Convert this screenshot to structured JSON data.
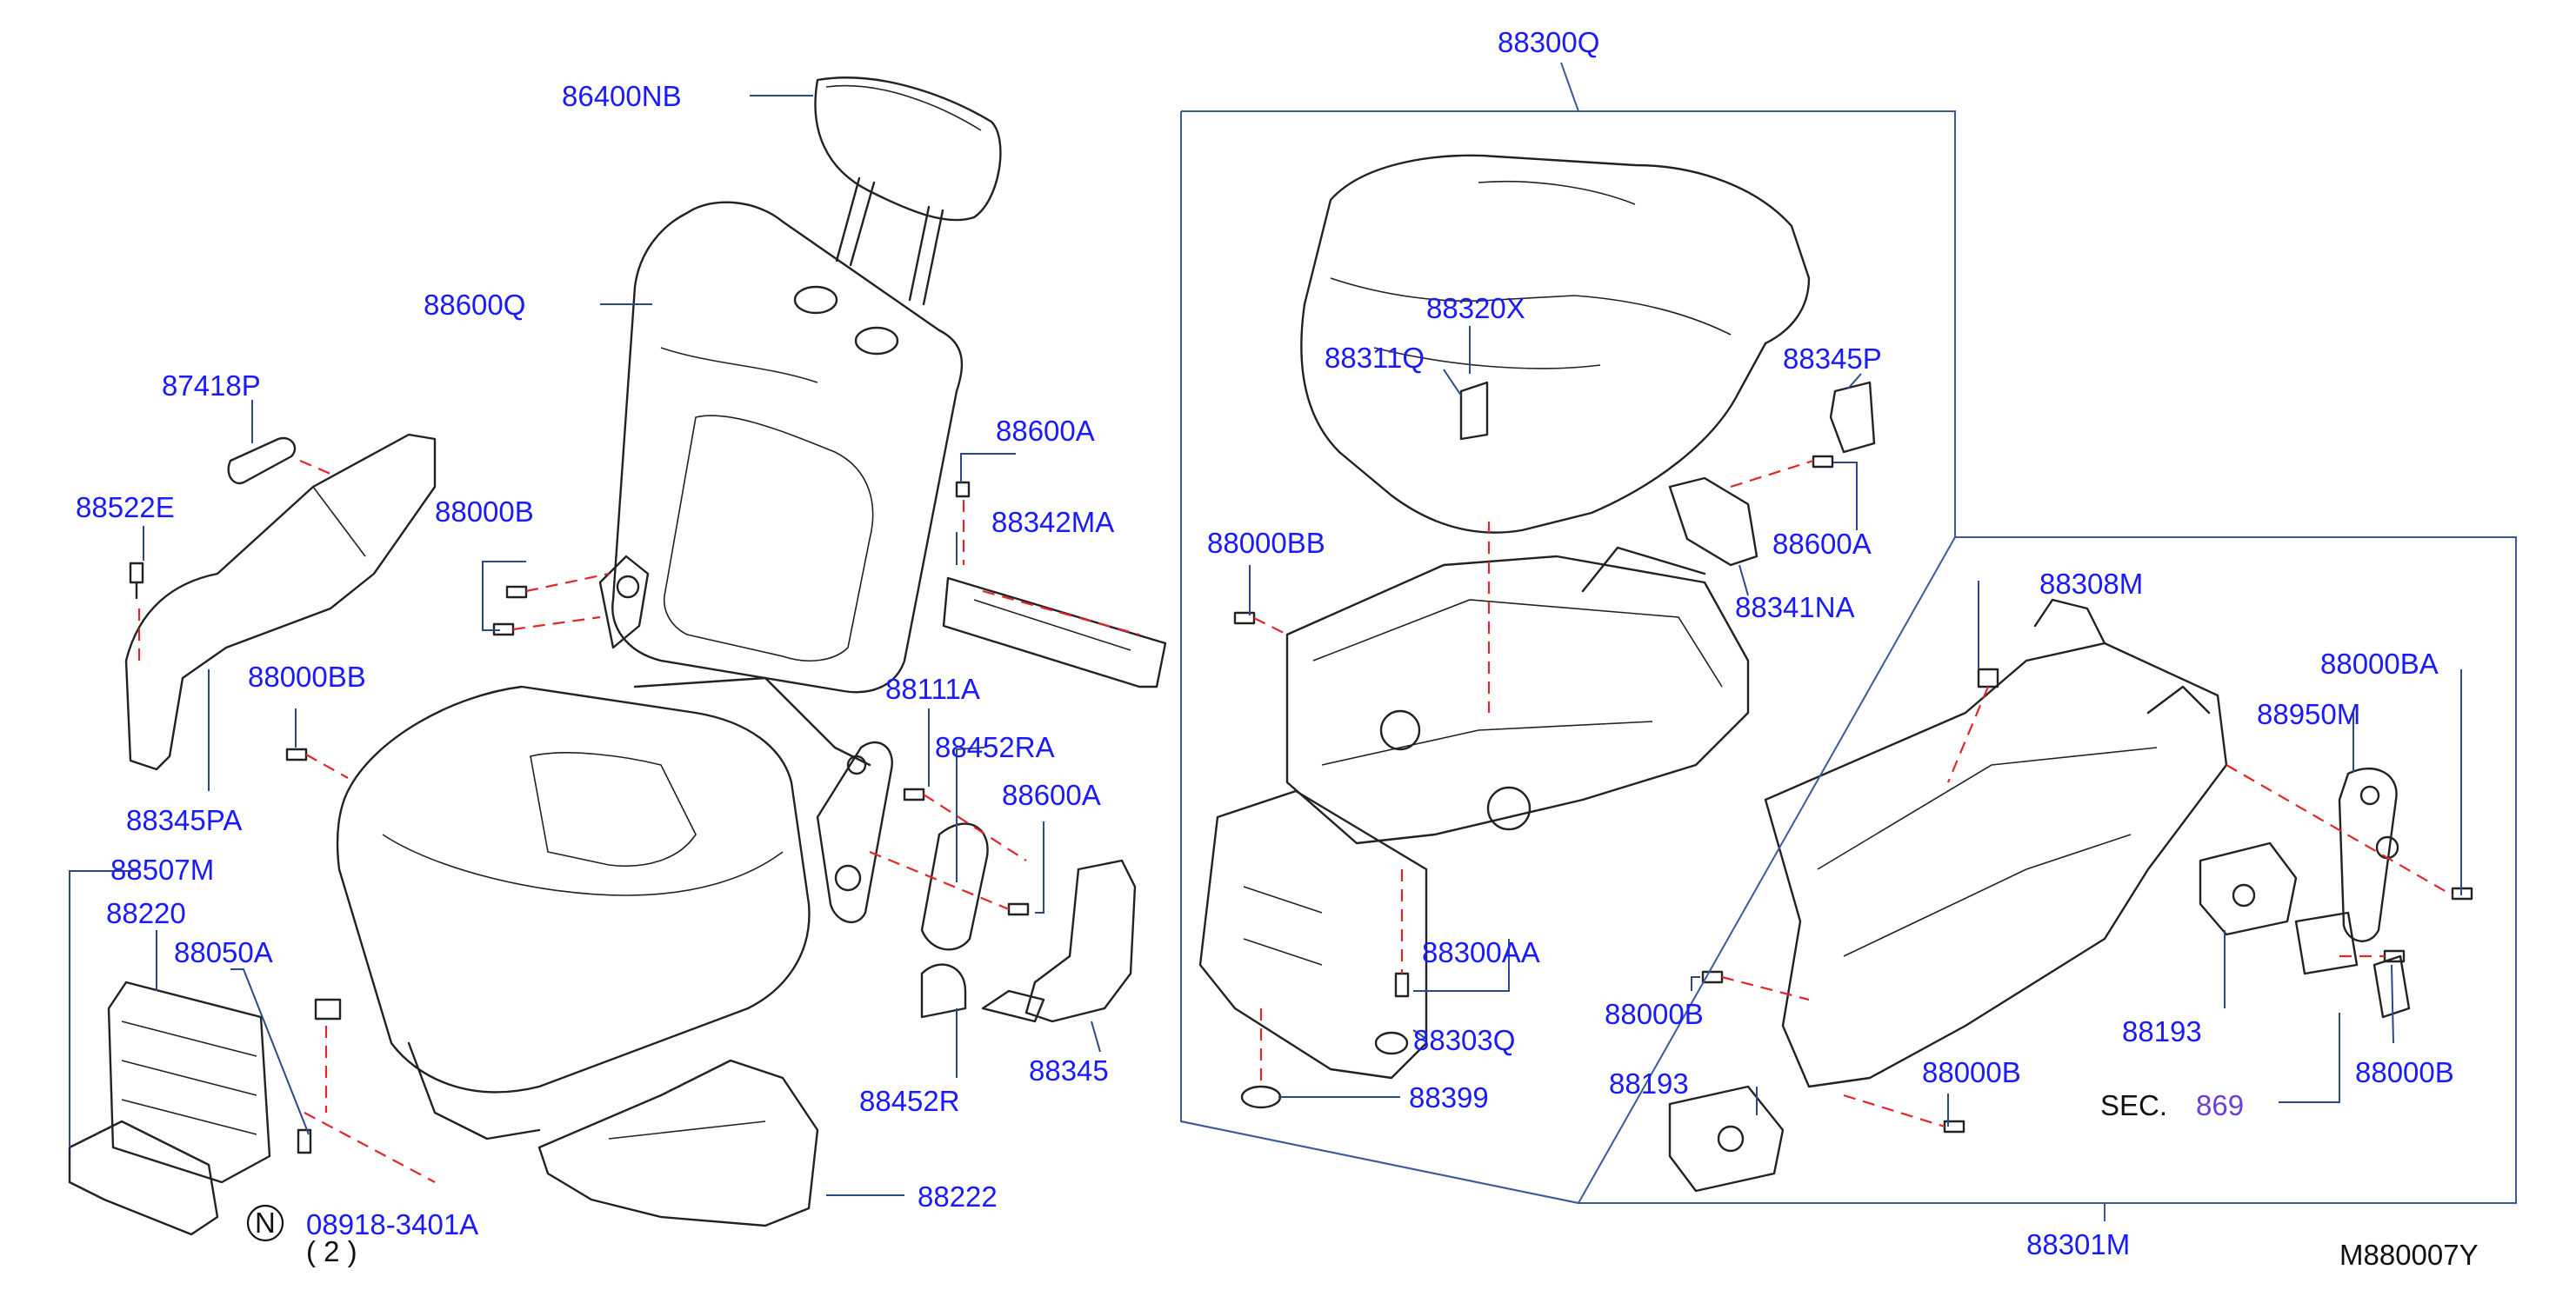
{
  "labels": {
    "p86400NB": "86400NB",
    "p88600Q": "88600Q",
    "p87418P": "87418P",
    "p88522E": "88522E",
    "p88000B_top": "88000B",
    "p88600A_left": "88600A",
    "p88342MA": "88342MA",
    "p88000BB_left": "88000BB",
    "p88345PA": "88345PA",
    "p88111A": "88111A",
    "p88452RA": "88452RA",
    "p88600A_mid": "88600A",
    "p88507M": "88507M",
    "p88220": "88220",
    "p88050A": "88050A",
    "p88452R": "88452R",
    "p88345": "88345",
    "p88222": "88222",
    "p08918": "08918-3401A",
    "qty": "( 2 )",
    "n_mark": "N",
    "p88300Q": "88300Q",
    "p88320X": "88320X",
    "p88311Q": "88311Q",
    "p88345P": "88345P",
    "p88600A_right": "88600A",
    "p88341NA": "88341NA",
    "p88000BB_right": "88000BB",
    "p88300AA": "88300AA",
    "p88303Q": "88303Q",
    "p88399": "88399",
    "p88308M": "88308M",
    "p88000BA": "88000BA",
    "p88950M": "88950M",
    "p88193_right": "88193",
    "p88000B_mid": "88000B",
    "p88193_left": "88193",
    "p88000B_low": "88000B",
    "p88000B_right": "88000B",
    "sec_label": "SEC.",
    "sec_number": "869",
    "p88301M": "88301M",
    "diagram_code": "M880007Y"
  },
  "colors": {
    "label_blue": "#1a1aff",
    "leader_line": "#2a4a8a",
    "dashed_red": "#e0262b",
    "ink": "#222222",
    "sec_purple": "#6a3fd6"
  }
}
